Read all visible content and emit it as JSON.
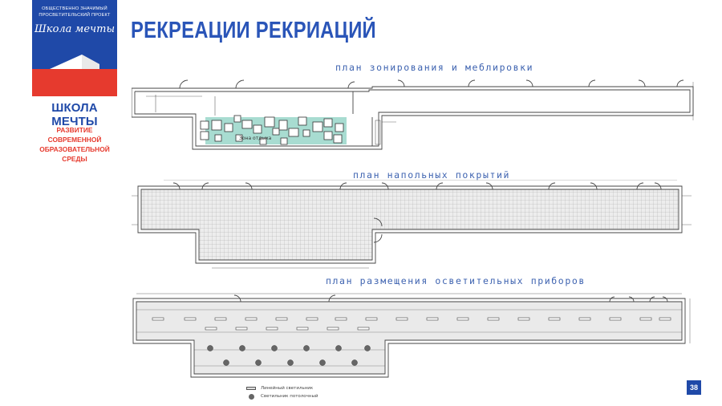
{
  "brand": {
    "tagline": "ОБЩЕСТВЕННО ЗНАЧИМЫЙ ПРОСВЕТИТЕЛЬСКИЙ ПРОЕКТ",
    "script_logo": "Школа мечты",
    "name": "ШКОЛА МЕЧТЫ",
    "subtitle": "РАЗВИТИЕ СОВРЕМЕННОЙ ОБРАЗОВАТЕЛЬНОЙ СРЕДЫ",
    "blue": "#1f49a8",
    "red": "#e63a2e"
  },
  "title": "РЕКРЕАЦИИ РЕКРИАЦИЙ",
  "plans": {
    "zoning": {
      "title": "план зонирования и меблировки",
      "zone_label": "Зона отдыха",
      "zone_color": "#a8dcd1"
    },
    "flooring": {
      "title": "план напольных покрытий"
    },
    "lighting": {
      "title": "план размещения осветительных приборов"
    }
  },
  "legend": {
    "linear": "Линейный светильник",
    "ceiling": "Светильник потолочный"
  },
  "page_number": "38"
}
